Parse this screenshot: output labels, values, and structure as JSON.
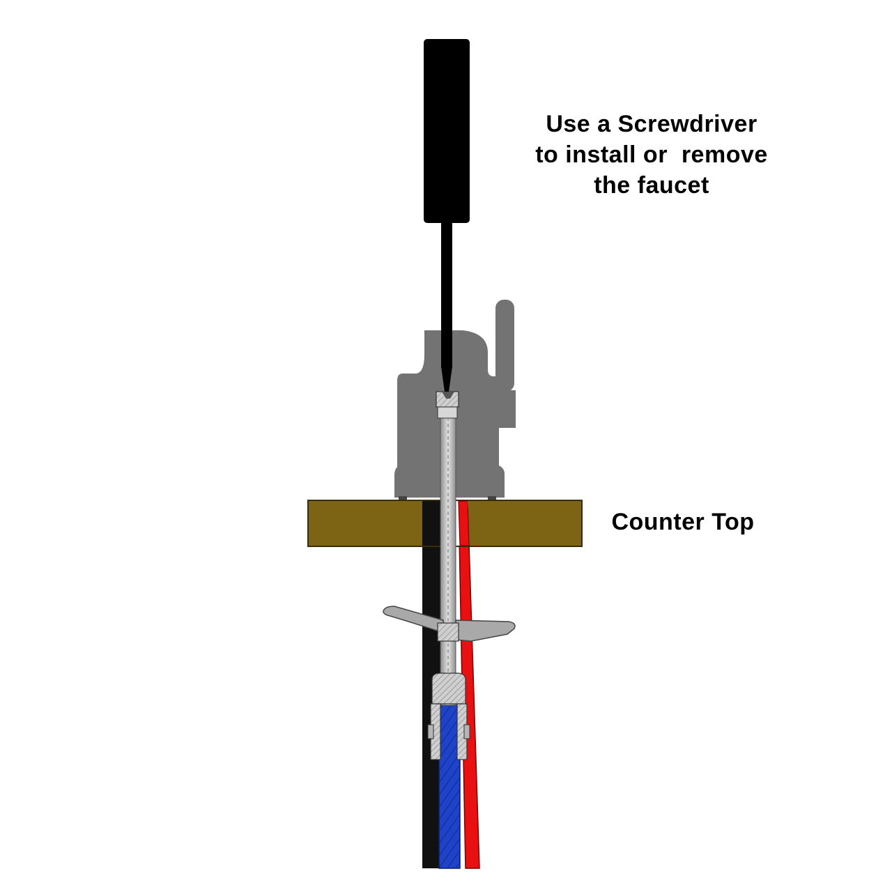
{
  "instruction": {
    "lines": [
      "Use a Screwdriver",
      "to install or  remove",
      "the faucet"
    ]
  },
  "counter_top": {
    "label": "Counter Top"
  },
  "colors": {
    "screwdriver": "#000000",
    "faucet_body": "#737373",
    "counter_top": "#7d6414",
    "counter_top_edge": "#5a4810",
    "hot_line": "#e81010",
    "cold_line": "#1f43c8",
    "supply_hose": "#111111",
    "mount_rod": "#bdbdbd",
    "bracket": "#a9a9a9",
    "background": "#ffffff"
  },
  "icons": {
    "screwdriver": "screwdriver-icon"
  }
}
